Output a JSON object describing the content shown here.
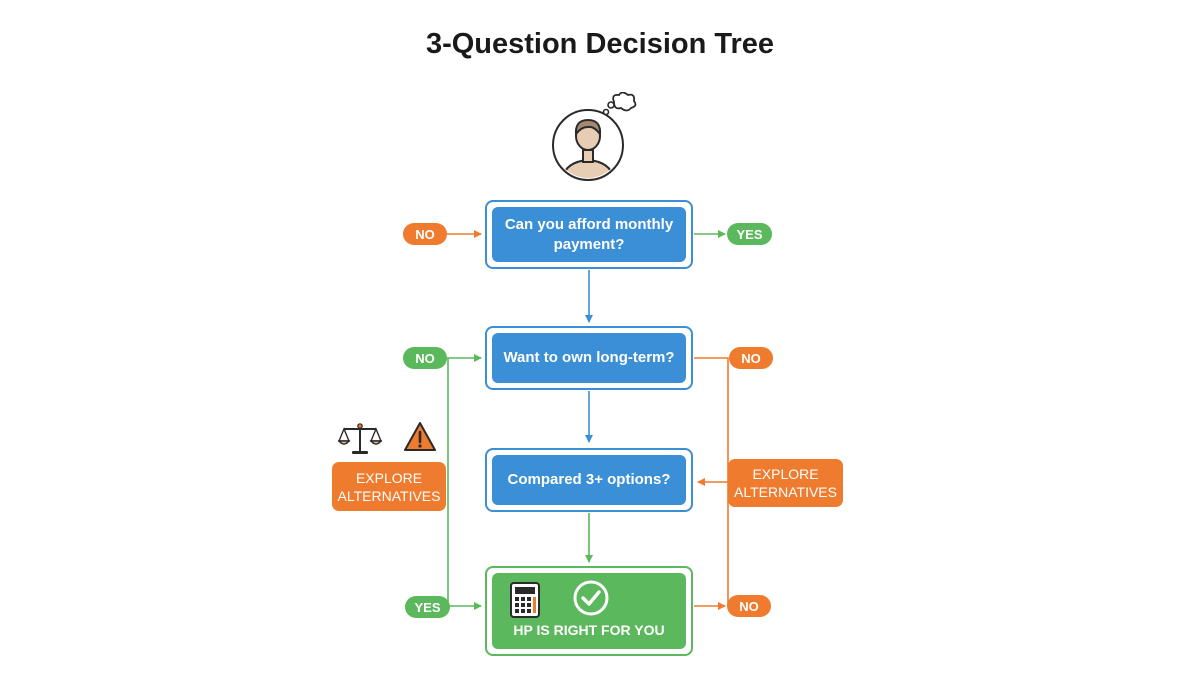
{
  "title": "3-Question Decision Tree",
  "questions": {
    "q1": "Can you afford monthly payment?",
    "q2": "Want to own long-term?",
    "q3": "Compared 3+ options?"
  },
  "labels": {
    "no": "NO",
    "yes": "YES"
  },
  "explore_left": "EXPLORE ALTERNATIVES",
  "explore_right": "EXPLORE ALTERNATIVES",
  "result": "HP IS RIGHT FOR YOU",
  "colors": {
    "blue": "#3a8fd6",
    "orange": "#ef7b2e",
    "green": "#5cb85c"
  },
  "icons": [
    "person-thinking-icon",
    "balance-scale-icon",
    "warning-icon",
    "calculator-icon",
    "checkmark-icon"
  ]
}
